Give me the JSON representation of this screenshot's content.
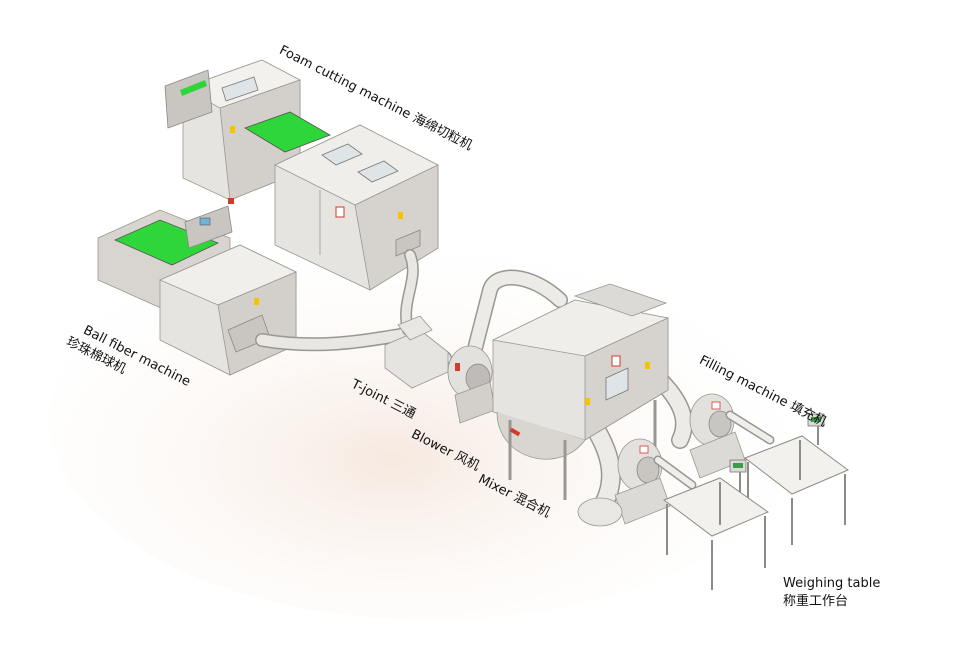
{
  "labels": {
    "foam_cutting": "Foam cutting machine  海绵切粒机",
    "ball_fiber_en": "Ball fiber machine",
    "ball_fiber_zh": "珍珠棉球机",
    "t_joint": "T-joint 三通",
    "blower": "Blower 风机",
    "mixer": "Mixer 混合机",
    "filling": "Filling machine 填充机",
    "weighing_en": "Weighing table",
    "weighing_zh": "称重工作台"
  },
  "colors": {
    "machine_body": "#e6e4e0",
    "machine_shade": "#c9c6c1",
    "green_tray": "#2fd63a",
    "warning_label": "#f2c500",
    "accent_red": "#d23a2a"
  }
}
